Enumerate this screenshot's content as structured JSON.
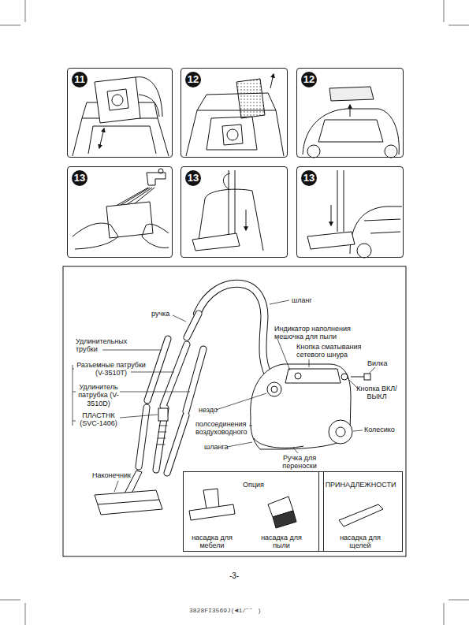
{
  "diagram": {
    "nodes": [
      {
        "text": [
          "11"
        ]
      },
      {
        "text": [
          "12"
        ]
      },
      {
        "text": [
          "12"
        ]
      },
      {
        "text": [
          "13"
        ]
      },
      {
        "text": [
          "13"
        ]
      },
      {
        "text": [
          "13"
        ]
      },
      {
        "text": [
          "Опция"
        ]
      },
      {
        "text": [
          "ПРИНАДЛЕЖНОСТИ"
        ]
      }
    ],
    "labels": [
      "ручка",
      "шланг",
      "Индикатор наполнения мешочка для пыли",
      "Кнопка сматывания сетевого шнура",
      "Вилка",
      "Кнопка ВКЛ/ВЫКЛ",
      "Колесико",
      "Удлинительных трубки",
      "Разъемные патрубки (V-3510T)",
      "Удлинитель патрубка (V-3510D)",
      "ПЛАСТНК (SVC-1406)",
      "нездо",
      "полсоединения воздуховодного",
      "шланга",
      "Ручка для переноски",
      "Наконечник",
      "насадка для мебели",
      "насадка для пыли",
      "насадка для щелей",
      "-3-",
      "3828FI3569J(◄1/˝˝ )"
    ]
  }
}
